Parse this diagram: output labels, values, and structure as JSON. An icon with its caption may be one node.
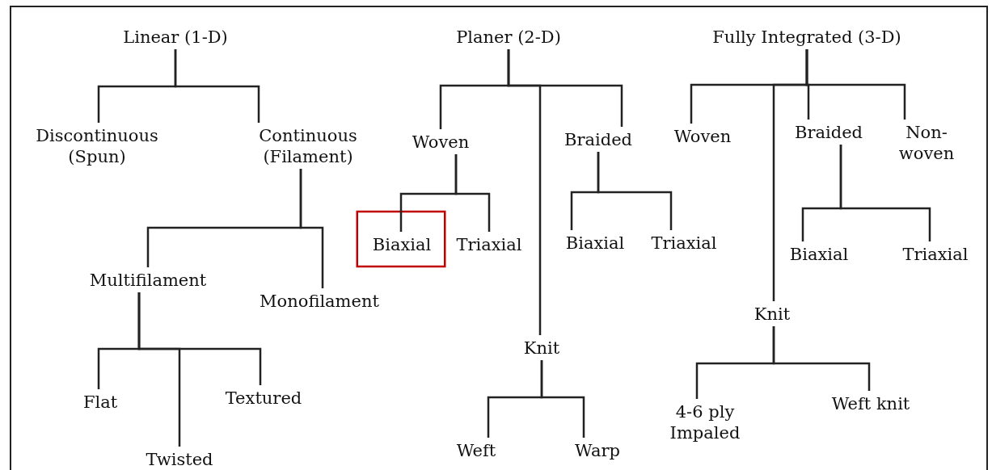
{
  "diagram": {
    "nodes": [
      {
        "text": [
          "Linear (1-D)"
        ]
      },
      {
        "text": [
          "Discontinuous (Spun)"
        ]
      },
      {
        "text": [
          "Continuous (Filament)"
        ]
      },
      {
        "text": [
          "Multifilament"
        ]
      },
      {
        "text": [
          "Monofilament"
        ]
      },
      {
        "text": [
          "Flat"
        ]
      },
      {
        "text": [
          "Twisted"
        ]
      },
      {
        "text": [
          "Textured"
        ]
      },
      {
        "text": [
          "Planer (2-D)"
        ]
      },
      {
        "text": [
          "Woven"
        ]
      },
      {
        "text": [
          "Braided"
        ]
      },
      {
        "text": [
          "Knit"
        ]
      },
      {
        "text": [
          "Biaxial"
        ]
      },
      {
        "text": [
          "Triaxial"
        ]
      },
      {
        "text": [
          "Biaxial"
        ]
      },
      {
        "text": [
          "Triaxial"
        ]
      },
      {
        "text": [
          "Weft"
        ]
      },
      {
        "text": [
          "Warp"
        ]
      },
      {
        "text": [
          "Fully Integrated (3-D)"
        ]
      },
      {
        "text": [
          "Woven"
        ]
      },
      {
        "text": [
          "Braided"
        ]
      },
      {
        "text": [
          "Non-woven"
        ]
      },
      {
        "text": [
          "Knit"
        ]
      },
      {
        "text": [
          "Biaxial"
        ]
      },
      {
        "text": [
          "Triaxial"
        ]
      },
      {
        "text": [
          "4-6 ply Impaled"
        ]
      },
      {
        "text": [
          "Weft knit"
        ]
      }
    ],
    "edges": [
      {
        "from": 0,
        "to": 1,
        "arrow": "none"
      },
      {
        "from": 0,
        "to": 2,
        "arrow": "none"
      },
      {
        "from": 2,
        "to": 3,
        "arrow": "none"
      },
      {
        "from": 2,
        "to": 4,
        "arrow": "none"
      },
      {
        "from": 3,
        "to": 5,
        "arrow": "none"
      },
      {
        "from": 3,
        "to": 6,
        "arrow": "none"
      },
      {
        "from": 3,
        "to": 7,
        "arrow": "none"
      },
      {
        "from": 8,
        "to": 9,
        "arrow": "none"
      },
      {
        "from": 8,
        "to": 11,
        "arrow": "none"
      },
      {
        "from": 8,
        "to": 10,
        "arrow": "none"
      },
      {
        "from": 9,
        "to": 12,
        "arrow": "none"
      },
      {
        "from": 9,
        "to": 13,
        "arrow": "none"
      },
      {
        "from": 10,
        "to": 14,
        "arrow": "none"
      },
      {
        "from": 10,
        "to": 15,
        "arrow": "none"
      },
      {
        "from": 11,
        "to": 16,
        "arrow": "none"
      },
      {
        "from": 11,
        "to": 17,
        "arrow": "none"
      },
      {
        "from": 18,
        "to": 19,
        "arrow": "none"
      },
      {
        "from": 18,
        "to": 22,
        "arrow": "none"
      },
      {
        "from": 18,
        "to": 20,
        "arrow": "none"
      },
      {
        "from": 18,
        "to": 21,
        "arrow": "none"
      },
      {
        "from": 20,
        "to": 23,
        "arrow": "none"
      },
      {
        "from": 20,
        "to": 24,
        "arrow": "none"
      },
      {
        "from": 22,
        "to": 25,
        "arrow": "none"
      },
      {
        "from": 22,
        "to": 26,
        "arrow": "none"
      }
    ]
  }
}
